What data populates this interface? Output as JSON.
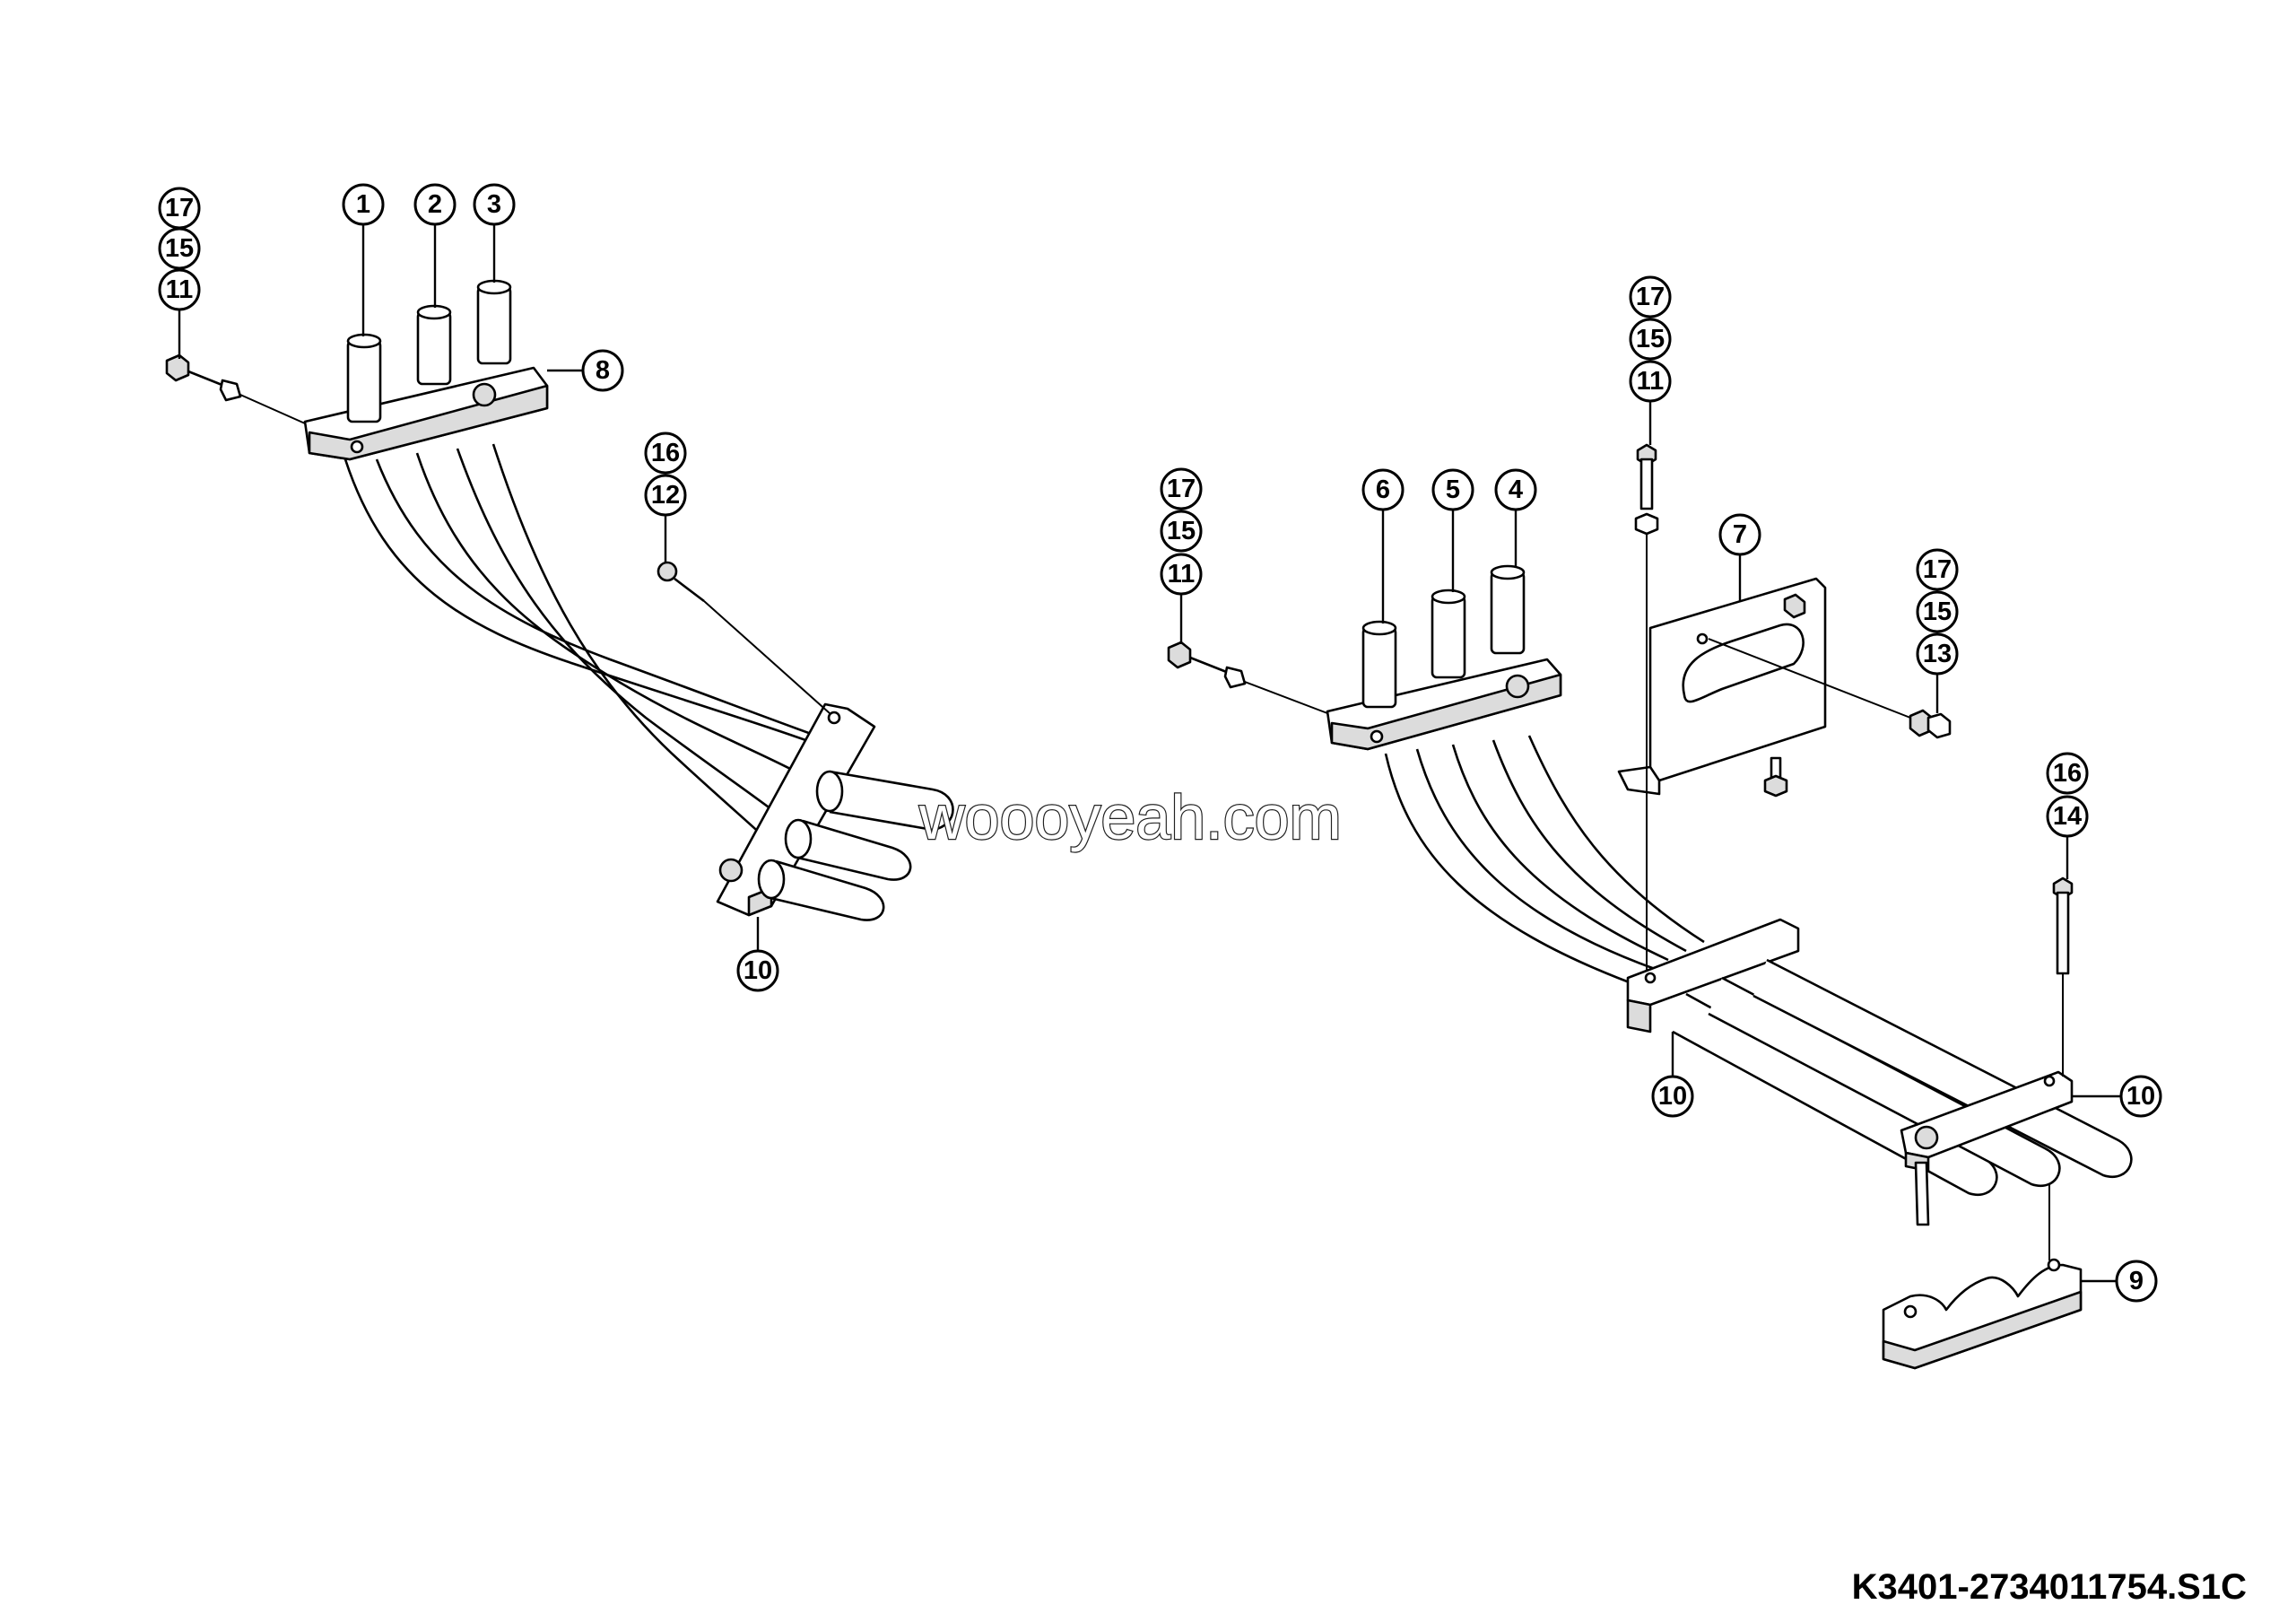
{
  "drawing_reference": "K3401-2734011754.S1C",
  "watermark": "woooyeah.com",
  "callouts": {
    "left_stack_a": [
      "17",
      "15",
      "11"
    ],
    "left_stack_b": [
      "16",
      "12"
    ],
    "center_stack": [
      "17",
      "15",
      "11"
    ],
    "bracket_stack": [
      "17",
      "15",
      "11"
    ],
    "right_stack": [
      "17",
      "15",
      "13"
    ],
    "bottom_stack": [
      "16",
      "14"
    ],
    "pipe_1": "1",
    "pipe_2": "2",
    "pipe_3": "3",
    "pipe_4": "4",
    "pipe_5": "5",
    "pipe_6": "6",
    "bracket_plate": "7",
    "clamp_left_top": "8",
    "clamp_base": "9",
    "clamp_left_mid": "10",
    "clamp_center": "10",
    "clamp_right": "10"
  }
}
